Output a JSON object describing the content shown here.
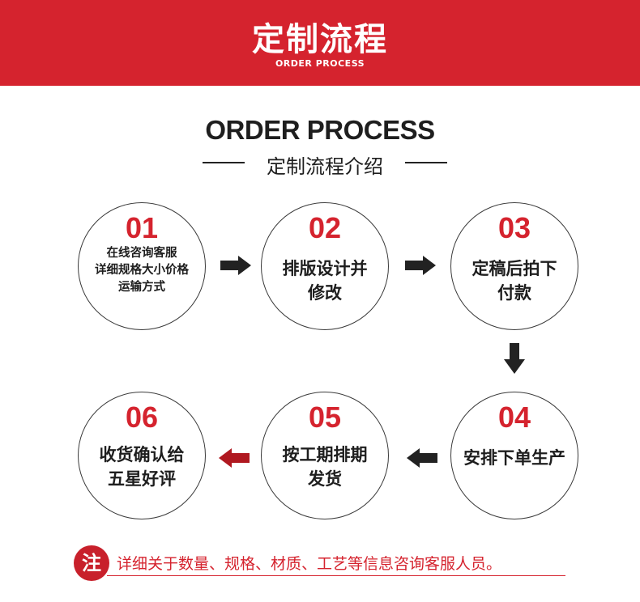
{
  "banner": {
    "title": "定制流程",
    "subtitle": "ORDER PROCESS"
  },
  "heading": {
    "en": "ORDER PROCESS",
    "zh": "定制流程介绍"
  },
  "steps": [
    {
      "num": "01",
      "lines": [
        "在线咨询客服",
        "详细规格大小价格",
        "运输方式"
      ]
    },
    {
      "num": "02",
      "lines": [
        "排版设计并",
        "修改"
      ]
    },
    {
      "num": "03",
      "lines": [
        "定稿后拍下",
        "付款"
      ]
    },
    {
      "num": "04",
      "lines": [
        "安排下单生产"
      ]
    },
    {
      "num": "05",
      "lines": [
        "按工期排期",
        "发货"
      ]
    },
    {
      "num": "06",
      "lines": [
        "收货确认给",
        "五星好评"
      ]
    }
  ],
  "note": {
    "badge": "注",
    "text": "详细关于数量、规格、材质、工艺等信息咨询客服人员。"
  },
  "colors": {
    "accent": "#d5232e",
    "dark": "#1e1e1e",
    "arrow_dark": "#222222",
    "arrow_red": "#b01820"
  },
  "icons": {
    "arrow": "arrow-icon"
  }
}
